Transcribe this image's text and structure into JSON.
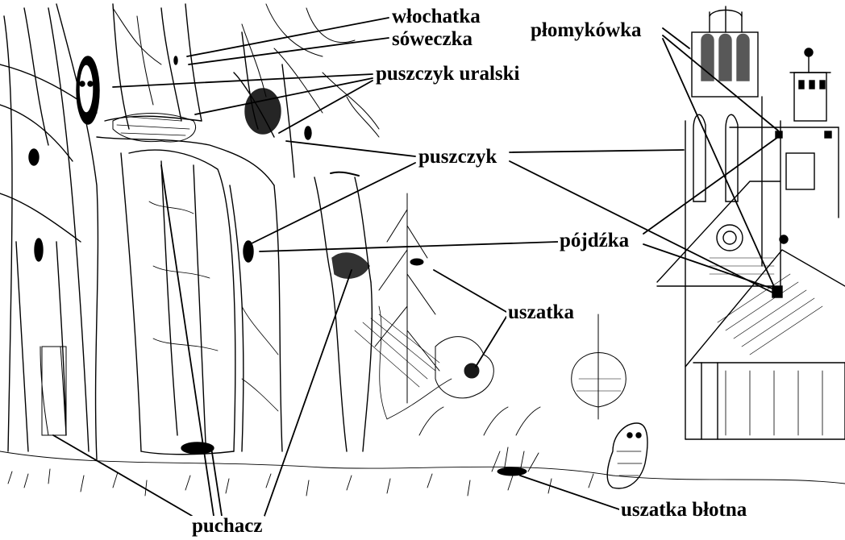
{
  "labels": {
    "wlochatka": "włochatka",
    "soweczka": "sóweczka",
    "puszczyk_uralski": "puszczyk uralski",
    "plomykowka": "płomykówka",
    "puszczyk": "puszczyk",
    "pojdzka": "pójdźka",
    "uszatka": "uszatka",
    "uszatka_blotna": "uszatka błotna",
    "puchacz": "puchacz"
  },
  "colors": {
    "ink": "#000000",
    "paper": "#ffffff"
  }
}
